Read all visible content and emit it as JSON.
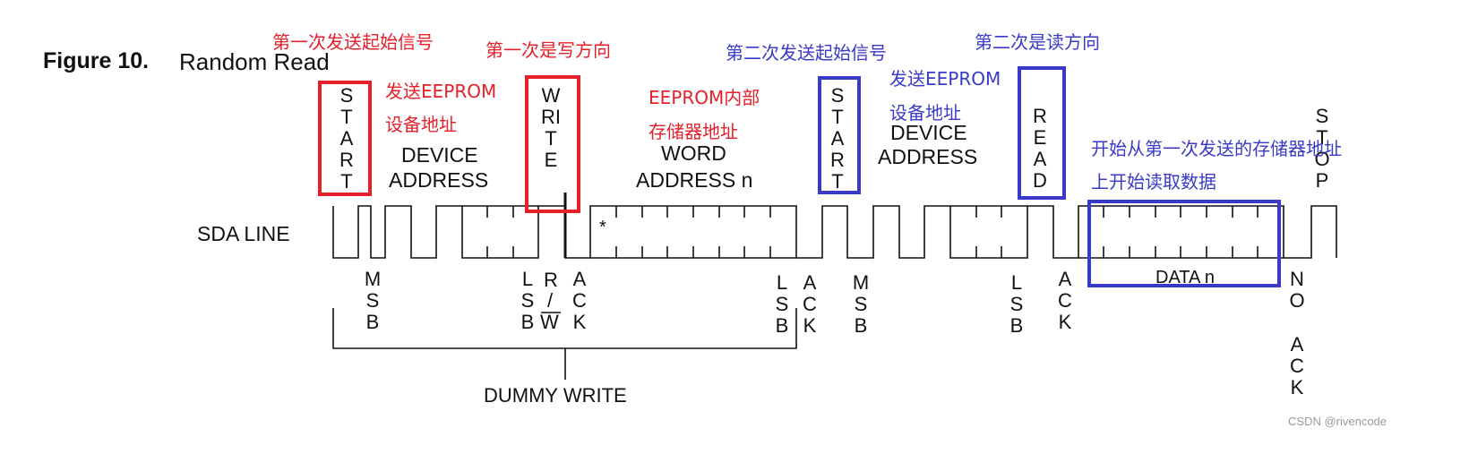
{
  "figure": {
    "number": "Figure 10.",
    "title": "Random Read"
  },
  "sda_label": "SDA LINE",
  "signals": {
    "start1": "START",
    "write": "WRITE",
    "start2": "START",
    "read": "READ",
    "stop": "STOP"
  },
  "fields": {
    "device_address_1": [
      "DEVICE",
      "ADDRESS"
    ],
    "word_address": [
      "WORD",
      "ADDRESS n"
    ],
    "device_address_2": [
      "DEVICE",
      "ADDRESS"
    ],
    "data": "DATA n",
    "asterisk": "*"
  },
  "bit_labels": {
    "msb1": "MSB",
    "lsb1": "LSB",
    "rw_r": "R",
    "rw_slash": "/",
    "rw_w": "W",
    "ack1": "ACK",
    "lsb2": "LSB",
    "ack2": "ACK",
    "msb2": "MSB",
    "lsb3": "LSB",
    "ack3": "ACK",
    "no": "NO",
    "ack4": "ACK"
  },
  "dummy_write": "DUMMY WRITE",
  "annotations": {
    "first_start_signal": "第一次发送起始信号",
    "send_eeprom_1": "发送EEPROM",
    "device_addr_cn_1": "设备地址",
    "first_write_dir": "第一次是写方向",
    "eeprom_internal_1": "EEPROM内部",
    "eeprom_internal_2": "存储器地址",
    "second_start_signal": "第二次发送起始信号",
    "send_eeprom_2": "发送EEPROM",
    "device_addr_cn_2": "设备地址",
    "second_read_dir": "第二次是读方向",
    "read_from_1": "开始从第一次发送的存储器地址",
    "read_from_2": "上开始读取数据"
  },
  "watermark": "CSDN @rivencode",
  "colors": {
    "red": "#e5202a",
    "blue": "#3a3ac8",
    "line": "#111111"
  }
}
